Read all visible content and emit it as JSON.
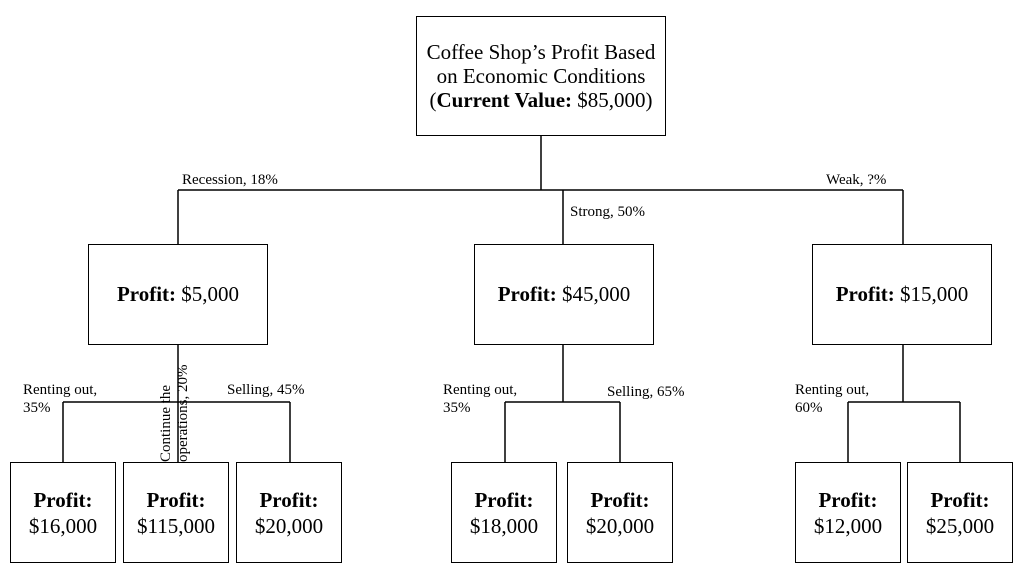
{
  "root": {
    "title_line1": "Coffee Shop’s Profit Based",
    "title_line2": "on Economic Conditions",
    "value_label": "Current Value:",
    "value": "$85,000"
  },
  "profit_label": "Profit:",
  "branches": [
    {
      "name": "recession",
      "edge_label": "Recession, 18%",
      "profit": "$5,000"
    },
    {
      "name": "strong",
      "edge_label": "Strong, 50%",
      "profit": "$45,000"
    },
    {
      "name": "weak",
      "edge_label": "Weak, ?%",
      "profit": "$15,000"
    }
  ],
  "sub": {
    "recession": [
      {
        "label_line1": "Renting out,",
        "label_line2": "35%",
        "profit": "$16,000"
      },
      {
        "label_line1": "Continue the",
        "label_line2": "operations, 20%",
        "profit": "$115,000"
      },
      {
        "label_line1": "Selling, 45%",
        "label_line2": "",
        "profit": "$20,000"
      }
    ],
    "strong": [
      {
        "label_line1": "Renting out,",
        "label_line2": "35%",
        "profit": "$18,000"
      },
      {
        "label_line1": "Selling, 65%",
        "label_line2": "",
        "profit": "$20,000"
      }
    ],
    "weak": [
      {
        "label_line1": "Renting out,",
        "label_line2": "60%",
        "profit": "$12,000"
      },
      {
        "label_line1": "",
        "label_line2": "",
        "profit": "$25,000"
      }
    ]
  }
}
